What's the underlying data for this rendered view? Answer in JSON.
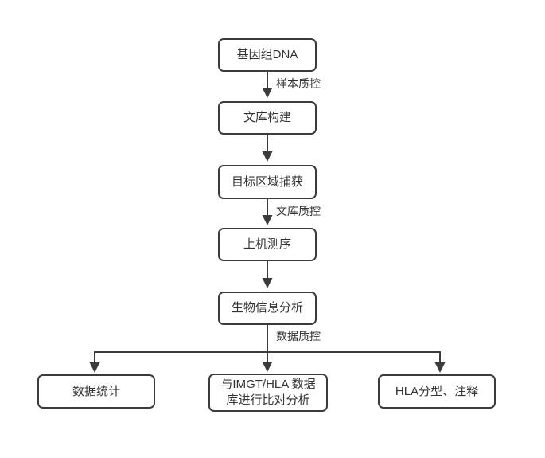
{
  "diagram": {
    "type": "flowchart",
    "background_color": "#ffffff",
    "line_color": "#3b3b3b",
    "box_border_color": "#3b3b3b",
    "box_fill_color": "#ffffff",
    "text_color": "#333333",
    "nodes": [
      {
        "id": "genomic-dna",
        "label": "基因组DNA"
      },
      {
        "id": "library-construction",
        "label": "文库构建"
      },
      {
        "id": "target-region-capture",
        "label": "目标区域捕获"
      },
      {
        "id": "sequencing",
        "label": "上机测序"
      },
      {
        "id": "bioinformatics-analysis",
        "label": "生物信息分析"
      },
      {
        "id": "data-statistics",
        "label": "数据统计"
      },
      {
        "id": "imgt-hla-alignment",
        "label": "与IMGT/HLA 数据库进行比对分析",
        "lines": [
          "与IMGT/HLA 数据",
          "库进行比对分析"
        ]
      },
      {
        "id": "hla-typing-annotation",
        "label": "HLA分型、注释"
      }
    ],
    "edges": [
      {
        "from": "genomic-dna",
        "to": "library-construction"
      },
      {
        "from": "library-construction",
        "to": "target-region-capture"
      },
      {
        "from": "target-region-capture",
        "to": "sequencing"
      },
      {
        "from": "sequencing",
        "to": "bioinformatics-analysis"
      },
      {
        "from": "bioinformatics-analysis",
        "to": "data-statistics"
      },
      {
        "from": "bioinformatics-analysis",
        "to": "imgt-hla-alignment"
      },
      {
        "from": "bioinformatics-analysis",
        "to": "hla-typing-annotation"
      }
    ],
    "edge_labels": [
      {
        "id": "sample-qc",
        "label": "样本质控",
        "on": "genomic-dna→library-construction"
      },
      {
        "id": "library-qc",
        "label": "文库质控",
        "on": "target-region-capture→sequencing"
      },
      {
        "id": "data-qc",
        "label": "数据质控",
        "on": "bioinformatics-analysis→branch"
      }
    ]
  }
}
